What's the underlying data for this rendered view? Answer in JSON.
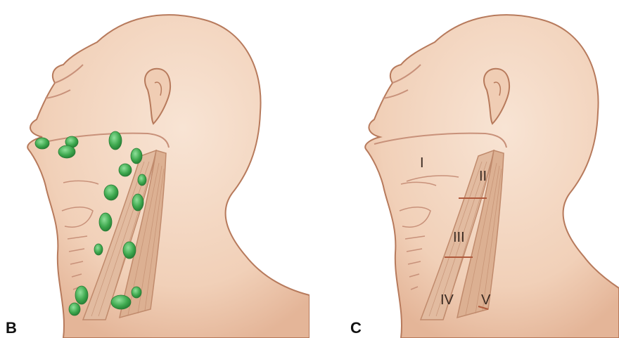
{
  "panels": {
    "b": {
      "letter": "B"
    },
    "c": {
      "letter": "C",
      "levels": [
        "I",
        "II",
        "III",
        "IV",
        "V"
      ]
    }
  },
  "colors": {
    "skin": "#f3d6c0",
    "skin_shadow": "#e3b49a",
    "outline": "#b77a5c",
    "muscle": "#e2bba0",
    "muscle_line": "#c08a6c",
    "lymph_node": "#3ea84e"
  }
}
